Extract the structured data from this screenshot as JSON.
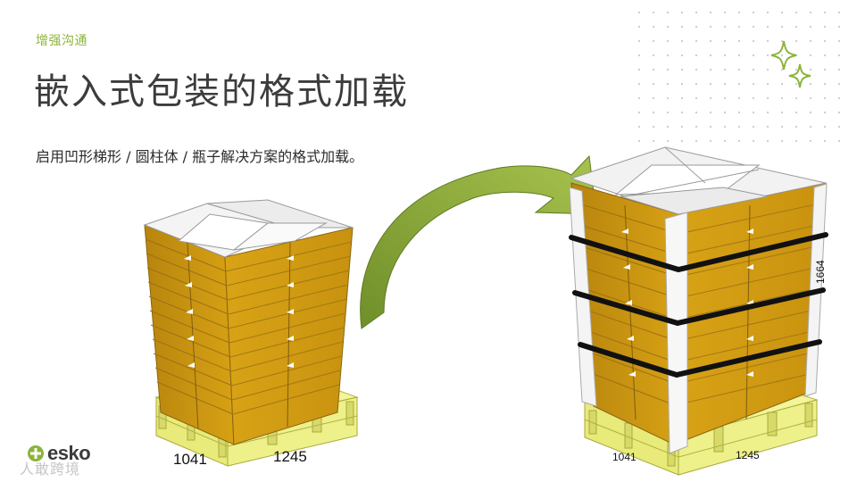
{
  "header": {
    "kicker": "增强沟通",
    "title": "嵌入式包装的格式加载",
    "subtitle": "启用凹形梯形 / 圆柱体 / 瓶子解决方案的格式加载。"
  },
  "figure_left": {
    "width_label": "1041",
    "depth_label": "1245"
  },
  "figure_right": {
    "width_label": "1041",
    "depth_label": "1245",
    "height_label": "1664"
  },
  "branding": {
    "logo_text": "esko",
    "watermark": "人敢跨境"
  },
  "colors": {
    "accent_green": "#8cb43a",
    "box_gold": "#d39d12",
    "pallet_yellow": "#eef07a",
    "arrow_green": "#8aa83a",
    "strap": "#111111"
  }
}
